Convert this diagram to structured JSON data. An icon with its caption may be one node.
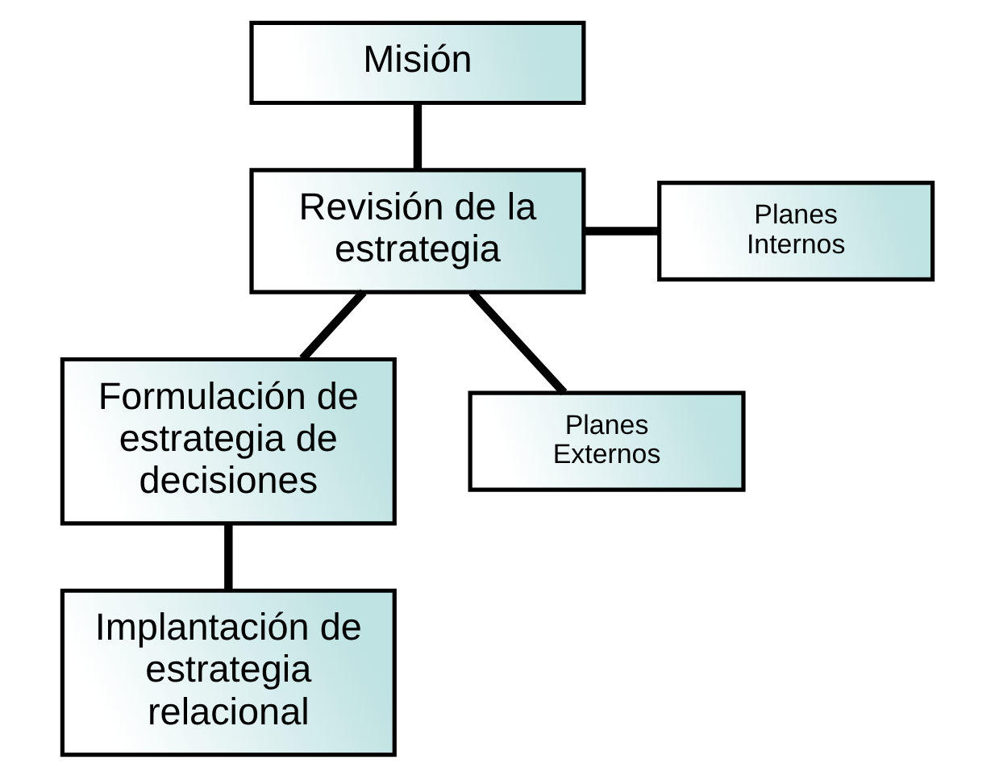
{
  "diagram": {
    "nodes": [
      {
        "text": [
          "Misión"
        ]
      },
      {
        "text": [
          "Revisión de la estrategia"
        ]
      },
      {
        "text": [
          "Formulación de estrategia de decisiones"
        ]
      },
      {
        "text": [
          "Implantación de estrategia relacional"
        ]
      },
      {
        "text": [
          "Planes Internos"
        ]
      },
      {
        "text": [
          "Planes Externos"
        ]
      }
    ],
    "edges": [
      {
        "from": 0,
        "to": 1,
        "arrow": "none"
      },
      {
        "from": 1,
        "to": 2,
        "arrow": "none"
      },
      {
        "from": 2,
        "to": 3,
        "arrow": "none"
      },
      {
        "from": 1,
        "to": 4,
        "arrow": "none"
      },
      {
        "from": 1,
        "to": 5,
        "arrow": "none"
      }
    ]
  }
}
